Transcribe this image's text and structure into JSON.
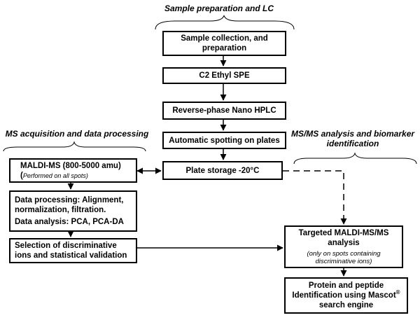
{
  "sections": {
    "lc": "Sample preparation and LC",
    "ms_acq": "MS acquisition and data processing",
    "msms_line1": "MS/MS analysis and biomarker",
    "msms_line2": "identification"
  },
  "boxes": {
    "sample_collection": [
      "Sample collection, and",
      "preparation"
    ],
    "c2_spe": "C2 Ethyl SPE",
    "nano_hplc": "Reverse-phase Nano HPLC",
    "spotting": "Automatic spotting on plates",
    "plate_storage": "Plate storage -20°C",
    "maldi_ms": {
      "title": "MALDI-MS (800-5000 amu)",
      "paren_open": "(",
      "note": "Performed on all spots)"
    },
    "data_processing": {
      "line1": "Data processing: Alignment,",
      "line2": "normalization, filtration.",
      "line3": "Data analysis: PCA, PCA-DA"
    },
    "selection": [
      "Selection of  discriminative",
      "ions and statistical validation"
    ],
    "targeted": {
      "line1": "Targeted MALDI-MS/MS",
      "line2": "analysis",
      "note1": "(only on spots containing",
      "note2": "discriminative ions)"
    },
    "identification": {
      "line1": "Protein and peptide",
      "line2": "Identification using Mascot",
      "sup": "®",
      "line3": "search engine"
    }
  },
  "colors": {
    "lines": "#000000",
    "background": "#ffffff"
  }
}
